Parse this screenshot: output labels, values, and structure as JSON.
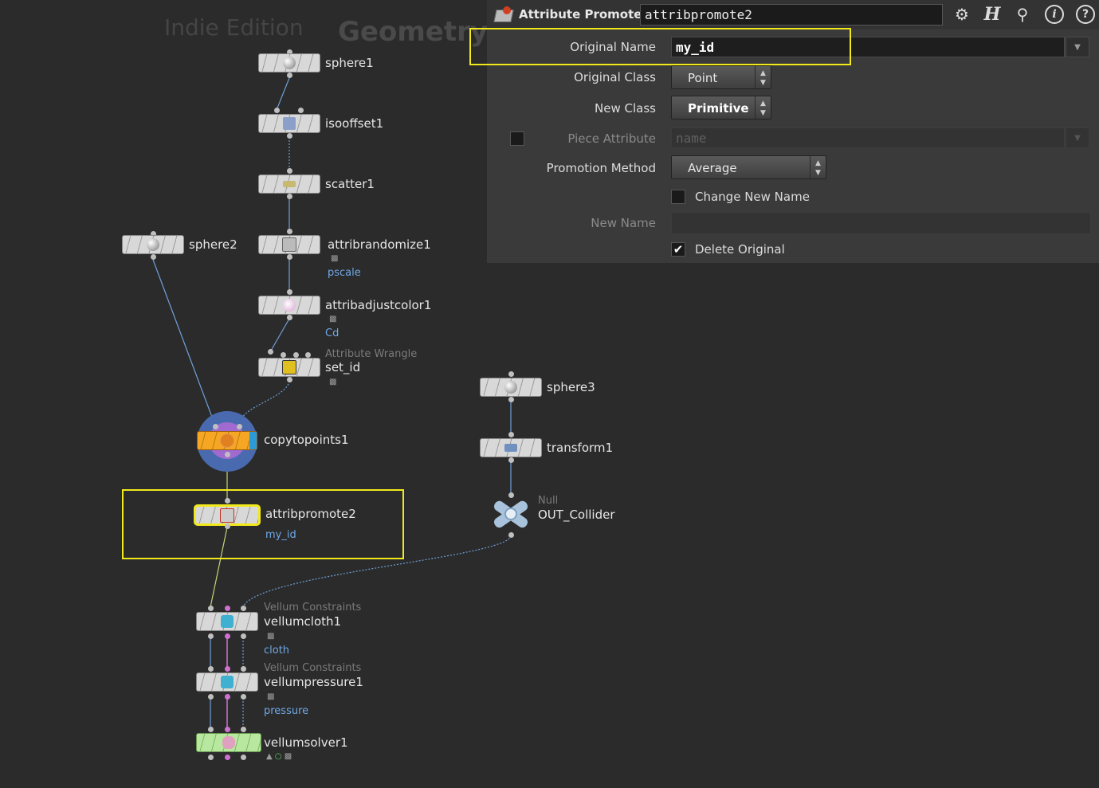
{
  "watermark": {
    "edition": "Indie Edition",
    "context": "Geometry"
  },
  "network": {
    "nodes": [
      {
        "id": "sphere1",
        "label": "sphere1"
      },
      {
        "id": "isooffset1",
        "label": "isooffset1"
      },
      {
        "id": "scatter1",
        "label": "scatter1"
      },
      {
        "id": "sphere2",
        "label": "sphere2"
      },
      {
        "id": "attribrandomize1",
        "label": "attribrandomize1",
        "comment": "pscale"
      },
      {
        "id": "attribadjustcolor1",
        "label": "attribadjustcolor1",
        "comment": "Cd"
      },
      {
        "id": "set_id",
        "label": "set_id",
        "type": "Attribute Wrangle"
      },
      {
        "id": "copytopoints1",
        "label": "copytopoints1"
      },
      {
        "id": "attribpromote2",
        "label": "attribpromote2",
        "comment": "my_id"
      },
      {
        "id": "sphere3",
        "label": "sphere3"
      },
      {
        "id": "transform1",
        "label": "transform1"
      },
      {
        "id": "OUT_Collider",
        "label": "OUT_Collider",
        "type": "Null"
      },
      {
        "id": "vellumcloth1",
        "label": "vellumcloth1",
        "type": "Vellum Constraints",
        "comment": "cloth"
      },
      {
        "id": "vellumpressure1",
        "label": "vellumpressure1",
        "type": "Vellum Constraints",
        "comment": "pressure"
      },
      {
        "id": "vellumsolver1",
        "label": "vellumsolver1"
      }
    ]
  },
  "params": {
    "node_type": "Attribute Promote",
    "node_name": "attribpromote2",
    "toolbar_icons": [
      "gear-icon",
      "houdini-help-icon",
      "search-icon",
      "info-icon",
      "help-icon"
    ],
    "original_name": {
      "label": "Original Name",
      "value": "my_id"
    },
    "original_class": {
      "label": "Original Class",
      "value": "Point"
    },
    "new_class": {
      "label": "New Class",
      "value": "Primitive"
    },
    "piece_attribute": {
      "label": "Piece Attribute",
      "value": "name",
      "checked": false
    },
    "promotion_method": {
      "label": "Promotion Method",
      "value": "Average"
    },
    "change_new_name": {
      "label": "Change New Name",
      "checked": false
    },
    "new_name": {
      "label": "New Name",
      "value": ""
    },
    "delete_original": {
      "label": "Delete Original",
      "checked": true
    }
  },
  "colors": {
    "selection_highlight": "#f2e91c",
    "comment_text": "#6fa8e6",
    "copytopoints_orange": "#f5a623",
    "solver_green": "#a8e08a"
  }
}
